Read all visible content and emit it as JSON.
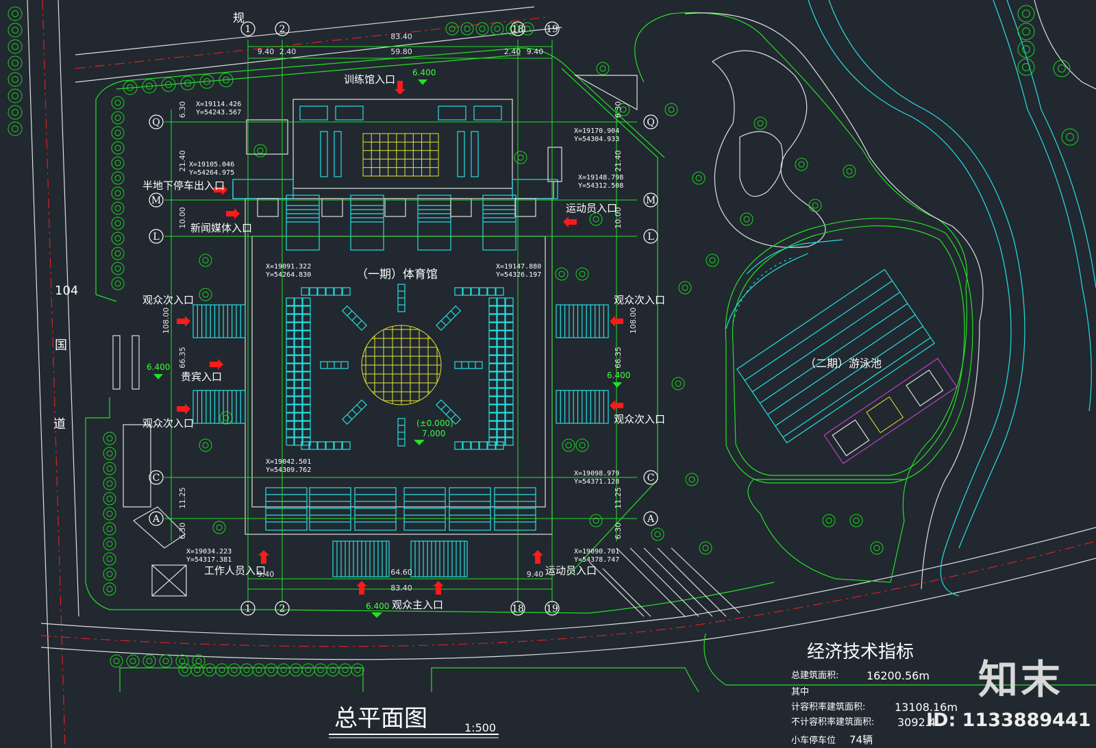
{
  "title": {
    "main": "总平面图",
    "scale": "1:500"
  },
  "road": {
    "label_top": "规",
    "number": "104",
    "line1": "国",
    "line2": "道"
  },
  "buildings": {
    "gym": "（一期）体育馆",
    "pool": "（二期）游泳池"
  },
  "entrances": {
    "training": "训练馆入口",
    "parking": "半地下停车出入口",
    "media": "新闻媒体入口",
    "athlete_top": "运动员入口",
    "audience_left_top": "观众次入口",
    "vip": "贵宾入口",
    "audience_left_bottom": "观众次入口",
    "audience_right_top": "观众次入口",
    "audience_right_bottom": "观众次入口",
    "staff": "工作人员入口",
    "athlete_bottom": "运动员入口",
    "main_audience": "观众主入口"
  },
  "levels": {
    "top": "6.400",
    "left": "6.400",
    "right": "6.400",
    "bottom": "6.400",
    "center_zero": "(±0.000)",
    "center": "7.000"
  },
  "axes": {
    "col_top": [
      "1",
      "2",
      "18",
      "19"
    ],
    "col_bottom": [
      "1",
      "2",
      "18",
      "19"
    ],
    "rows_left": [
      "Q",
      "M",
      "L",
      "C",
      "A"
    ],
    "rows_right": [
      "Q",
      "M",
      "L",
      "C",
      "A"
    ]
  },
  "dimensions": {
    "top_total": "83.40",
    "top_mid": "59.80",
    "top_l1": "9.40",
    "top_l2": "2.40",
    "top_r1": "2.40",
    "top_r2": "9.40",
    "bottom_total": "83.40",
    "bottom_mid": "64.60",
    "bottom_l": "9.40",
    "bottom_r": "9.40",
    "left_v": [
      "6.30",
      "21.40",
      "10.00",
      "108.00",
      "66.35",
      "11.25",
      "6.30"
    ],
    "right_v": [
      "6.30",
      "21.40",
      "10.00",
      "108.00",
      "66.35",
      "11.25",
      "6.30"
    ]
  },
  "coordinates": [
    {
      "x": "X=19114.426",
      "y": "Y=54243.567"
    },
    {
      "x": "X=19105.046",
      "y": "Y=54264.975"
    },
    {
      "x": "X=19170.904",
      "y": "Y=54304.933"
    },
    {
      "x": "X=19148.798",
      "y": "Y=54312.508"
    },
    {
      "x": "X=19091.322",
      "y": "Y=54264.830"
    },
    {
      "x": "X=19147.880",
      "y": "Y=54326.197"
    },
    {
      "x": "X=19042.501",
      "y": "Y=54309.762"
    },
    {
      "x": "X=19098.979",
      "y": "Y=54371.128"
    },
    {
      "x": "X=19034.223",
      "y": "Y=54317.381"
    },
    {
      "x": "X=19090.701",
      "y": "Y=54378.747"
    }
  ],
  "indicators": {
    "heading": "经济技术指标",
    "total_area_label": "总建筑面积:",
    "total_area_value": "16200.56m",
    "sub_label": "其中",
    "far_label": "计容积率建筑面积:",
    "far_value": "13108.16m",
    "nonfar_label": "不计容积率建筑面积:",
    "nonfar_value": "3092.4",
    "parking_label": "小车停车位",
    "parking_value": "74辆"
  },
  "watermark": {
    "brand": "知末",
    "id": "ID: 1133889441"
  },
  "colors": {
    "background": "#212830",
    "green": "#27e027",
    "cyan": "#27e0e0",
    "yellow": "#e6e62e",
    "red": "#ff1a1a"
  }
}
